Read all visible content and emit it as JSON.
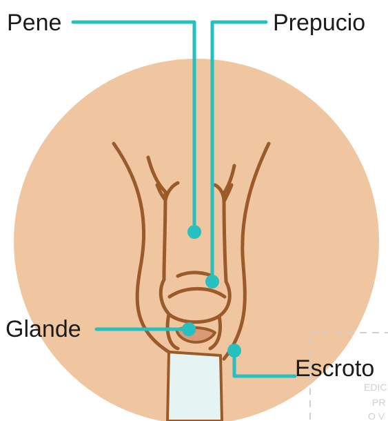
{
  "diagram": {
    "labels": {
      "pene": "Pene",
      "prepucio": "Prepucio",
      "glande": "Glande",
      "escroto": "Escroto"
    },
    "watermark": [
      "EDIC",
      "PR",
      "O V"
    ]
  },
  "colors": {
    "background_circle": "#EFC6A0",
    "outline": "#9B5A2A",
    "leader_line": "#27BFBF",
    "glans_fill": "#D99A78",
    "leg_fill": "#E6F3F3",
    "label_text": "#1B1B1B"
  }
}
